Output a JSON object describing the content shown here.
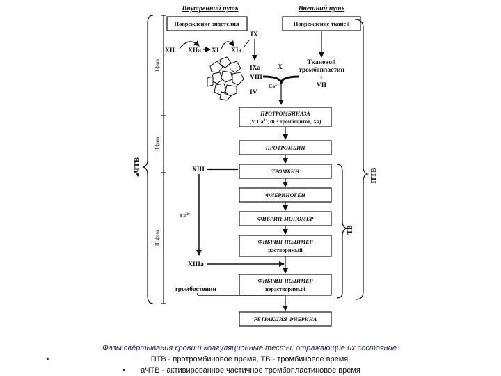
{
  "headers": {
    "internal": "Внутренний путь",
    "external": "Внешний путь"
  },
  "boxes": {
    "endothelium": "Повреждение эндотелия",
    "tissue": "Повреждение тканей",
    "prothrombinase_title": "ПРОТРОМБИНАЗА",
    "prothrombinase_sub_a": "(V, Ca",
    "prothrombinase_sub_sup": "2+",
    "prothrombinase_sub_b": ", Ф.3 тромбоцитов, Xa)",
    "prothrombin": "ПРОТРОМБИН",
    "thrombin": "ТРОМБИН",
    "fibrinogen": "ФИБРИНОГЕН",
    "fibrin_monomer": "ФИБРИН-МОНОМЕР",
    "fibrin_polymer_soluble_1": "ФИБРИН-ПОЛИМЕР",
    "fibrin_polymer_soluble_2": "растворимый",
    "fibrin_polymer_insoluble_1": "ФИБРИН-ПОЛИМЕР",
    "fibrin_polymer_insoluble_2": "нерастворимый",
    "retraction": "РЕТРАКЦИЯ ФИБРИНА"
  },
  "factors": {
    "xii": "XII",
    "xiia": "XIIa",
    "xi": "XI",
    "xia": "XIa",
    "ix": "IX",
    "ixa": "IXa",
    "viii": "VIII",
    "iv": "IV",
    "x": "X",
    "ca": "Ca",
    "ca_sup": "2+",
    "tissue_thromboplastin_1": "Тканевой",
    "tissue_thromboplastin_2": "тромбопластин",
    "plus": "+",
    "vii": "VII",
    "xiii": "XIII",
    "xiiia": "XIIIa",
    "thrombostenin": "тромбостенин"
  },
  "phases": {
    "phase1": "I фаза",
    "phase2": "II фаза",
    "phase3": "III фаза"
  },
  "tests": {
    "aptt": "аЧТВ",
    "pt": "ПТВ",
    "tt": "ТВ"
  },
  "caption": {
    "title": "Фазы свёртывания крови и коагуляционные тесты, отражающие их состояние.",
    "bullet": "•",
    "item1": "ПТВ - протромбиновое время, ТВ - тромбиновое время,",
    "item2": "аЧТВ - активированное частичное тромбопластиновое время"
  }
}
